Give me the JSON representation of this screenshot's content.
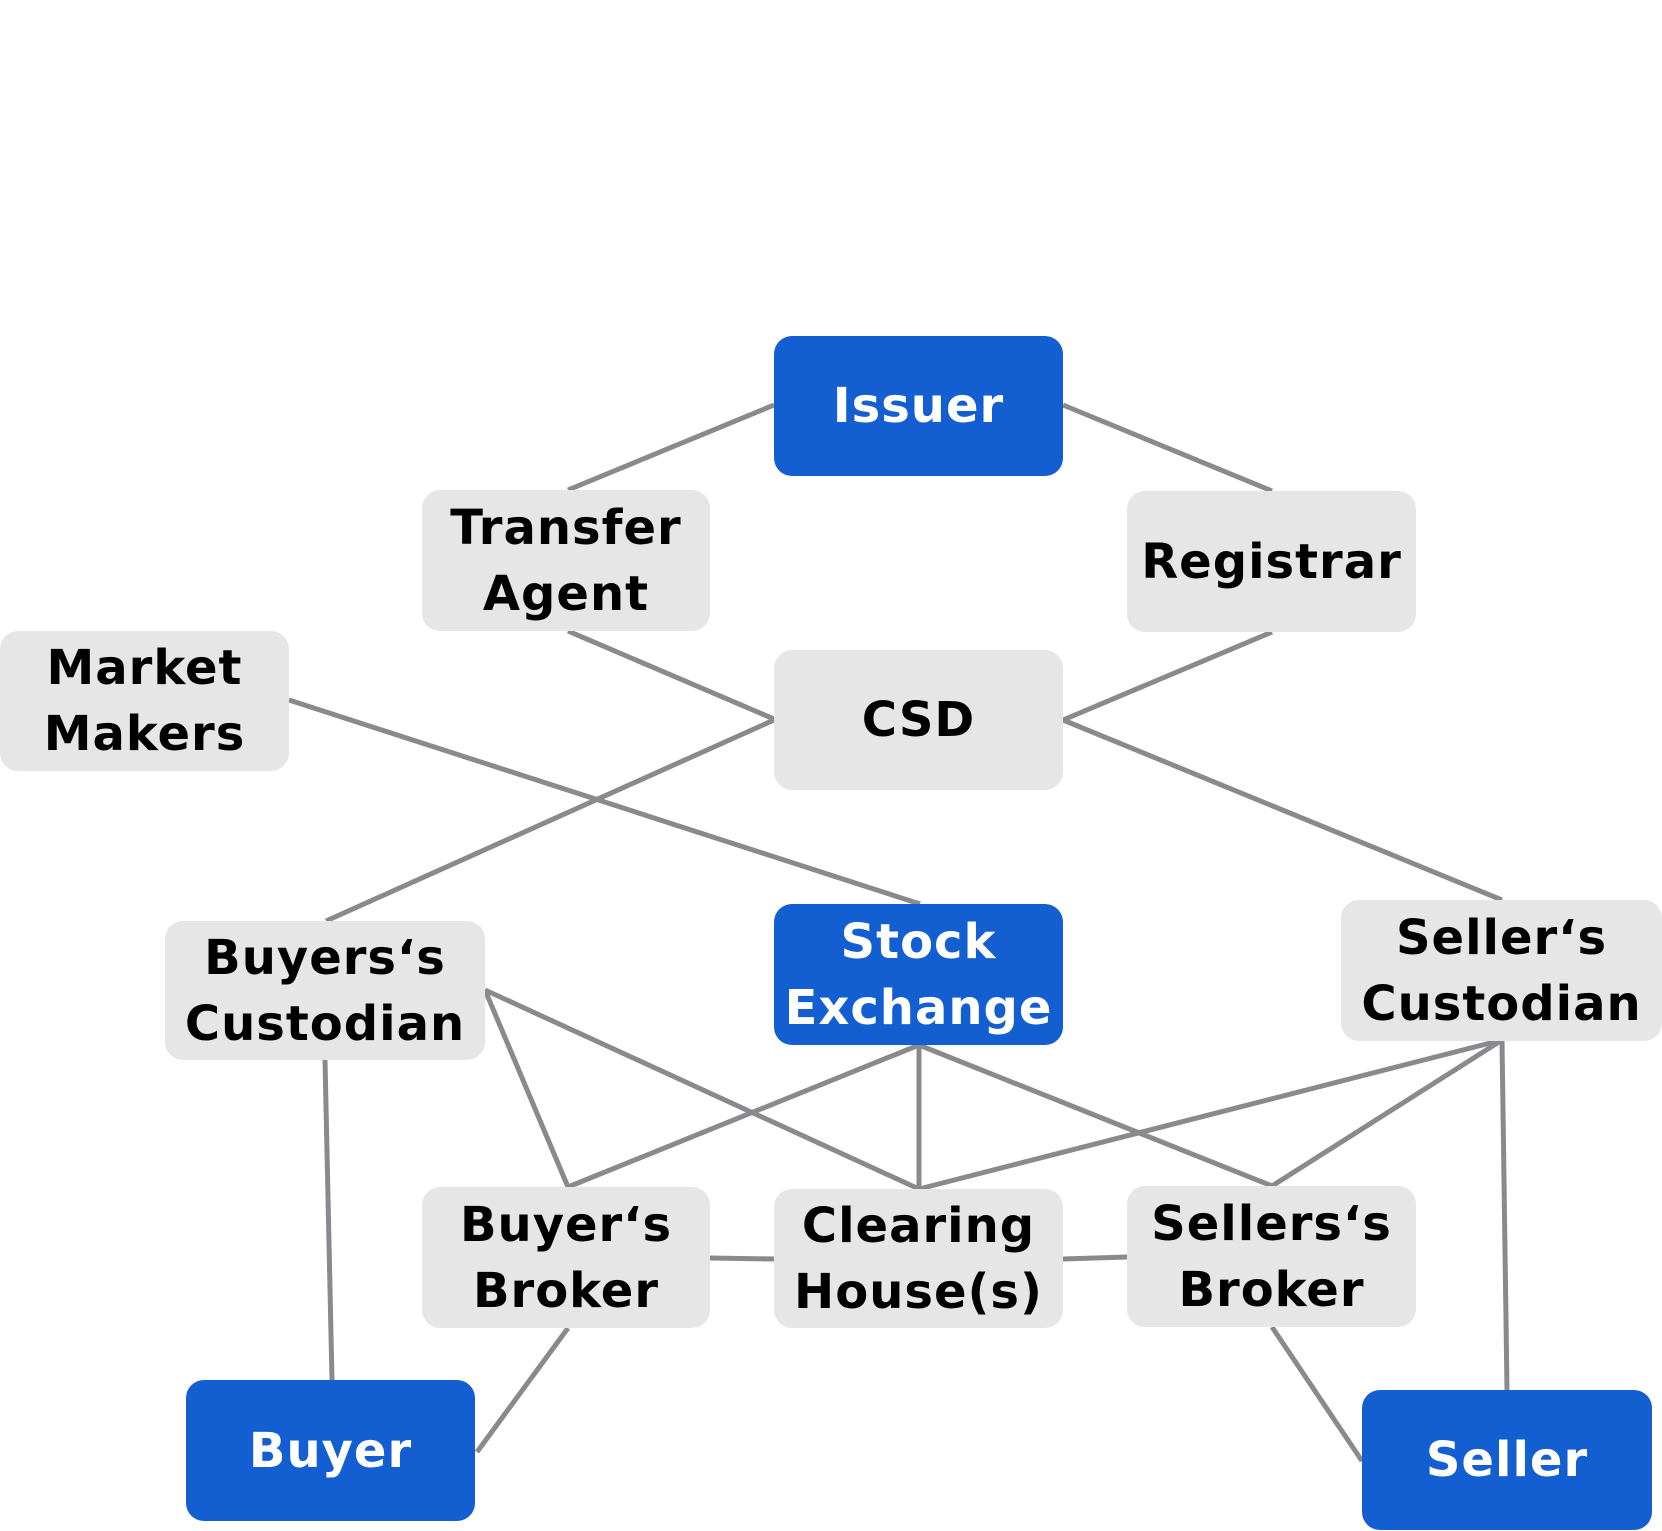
{
  "diagram": {
    "colors": {
      "primary_node": "#135ed1",
      "secondary_node": "#e6e6e6",
      "edge": "#8a8a8e"
    },
    "nodes": {
      "issuer": {
        "label": "Issuer",
        "type": "primary"
      },
      "transfer_agent": {
        "label": "Transfer\nAgent",
        "type": "secondary"
      },
      "registrar": {
        "label": "Registrar",
        "type": "secondary"
      },
      "market_makers": {
        "label": "Market\nMakers",
        "type": "secondary"
      },
      "csd": {
        "label": "CSD",
        "type": "secondary"
      },
      "buyers_custodian": {
        "label": "Buyers‘s\nCustodian",
        "type": "secondary"
      },
      "stock_exchange": {
        "label": "Stock\nExchange",
        "type": "primary"
      },
      "sellers_custodian": {
        "label": "Seller‘s\nCustodian",
        "type": "secondary"
      },
      "buyers_broker": {
        "label": "Buyer‘s\nBroker",
        "type": "secondary"
      },
      "clearing_house": {
        "label": "Clearing\nHouse(s)",
        "type": "secondary"
      },
      "sellers_broker": {
        "label": "Sellers‘s\nBroker",
        "type": "secondary"
      },
      "buyer": {
        "label": "Buyer",
        "type": "primary"
      },
      "seller": {
        "label": "Seller",
        "type": "primary"
      }
    },
    "edges": [
      [
        "issuer",
        "transfer_agent"
      ],
      [
        "issuer",
        "registrar"
      ],
      [
        "transfer_agent",
        "csd"
      ],
      [
        "registrar",
        "csd"
      ],
      [
        "market_makers",
        "stock_exchange"
      ],
      [
        "csd",
        "buyers_custodian"
      ],
      [
        "csd",
        "sellers_custodian"
      ],
      [
        "buyers_custodian",
        "buyers_broker"
      ],
      [
        "buyers_custodian",
        "clearing_house"
      ],
      [
        "stock_exchange",
        "buyers_broker"
      ],
      [
        "stock_exchange",
        "clearing_house"
      ],
      [
        "stock_exchange",
        "sellers_broker"
      ],
      [
        "sellers_custodian",
        "clearing_house"
      ],
      [
        "sellers_custodian",
        "sellers_broker"
      ],
      [
        "sellers_custodian",
        "seller"
      ],
      [
        "buyers_custodian",
        "buyer"
      ],
      [
        "buyers_broker",
        "buyer"
      ],
      [
        "sellers_broker",
        "seller"
      ],
      [
        "buyers_broker",
        "clearing_house"
      ],
      [
        "clearing_house",
        "sellers_broker"
      ]
    ]
  }
}
